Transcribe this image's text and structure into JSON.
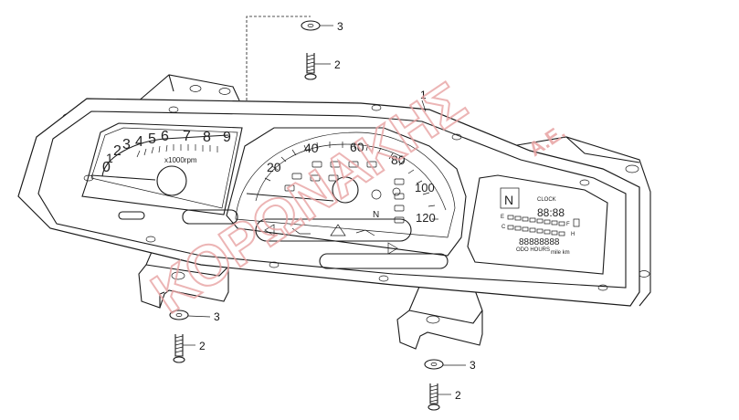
{
  "diagram": {
    "callouts": {
      "instrument_panel": "1",
      "screw": "2",
      "washer": "3"
    },
    "watermark": {
      "text": "ΚΟΡΩΝΑΚΗΣ",
      "suffix": "A.E.",
      "color": "#e8a3a3"
    },
    "tachometer": {
      "numbers": [
        "0",
        "1",
        "2",
        "3",
        "4",
        "5",
        "6",
        "7",
        "8",
        "9"
      ],
      "unit": "x1000rpm"
    },
    "speedometer": {
      "numbers": [
        "20",
        "40",
        "60",
        "80",
        "100",
        "120"
      ],
      "gear_n": "N"
    },
    "lcd": {
      "clock_label": "CLOCK",
      "gear_display": "N",
      "clock_value": "88:88",
      "fuel_e": "E",
      "fuel_f": "F",
      "temp_c": "C",
      "temp_h": "H",
      "odo_label": "ODO HOURS",
      "odo_units": "mile km",
      "odo_value": "88888888"
    },
    "colors": {
      "line": "#1a1a1a",
      "watermark": "#e8a3a3"
    }
  }
}
